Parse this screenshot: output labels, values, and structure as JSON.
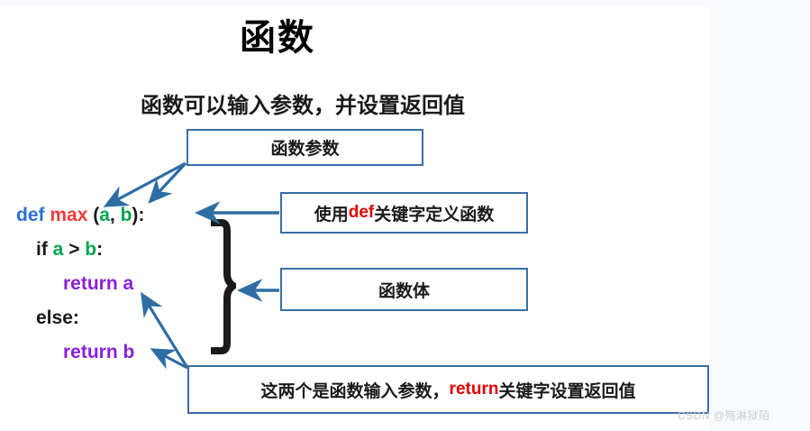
{
  "slide": {
    "title": "函数",
    "subtitle": "函数可以输入参数，并设置返回值",
    "background_color": "#ffffff",
    "gutter_color": "#f9fafc"
  },
  "code": {
    "language": "Python",
    "colors": {
      "keyword_def": "#2a6fd4",
      "function_name": "#f23b3b",
      "variable": "#00a64f",
      "keyword_return": "#8a1fd8",
      "plain": "#1a1a1a"
    },
    "lines": [
      {
        "indent": 0,
        "tokens": [
          {
            "text": "def",
            "role": "keyword-def"
          },
          {
            "text": " ",
            "role": "space"
          },
          {
            "text": "max",
            "role": "function-name"
          },
          {
            "text": " (",
            "role": "plain"
          },
          {
            "text": "a",
            "role": "variable"
          },
          {
            "text": ", ",
            "role": "plain"
          },
          {
            "text": "b",
            "role": "variable"
          },
          {
            "text": "):",
            "role": "plain"
          }
        ]
      },
      {
        "indent": 1,
        "tokens": [
          {
            "text": "if ",
            "role": "plain"
          },
          {
            "text": "a",
            "role": "variable"
          },
          {
            "text": " > ",
            "role": "plain"
          },
          {
            "text": "b",
            "role": "variable"
          },
          {
            "text": ":",
            "role": "plain"
          }
        ]
      },
      {
        "indent": 2,
        "tokens": [
          {
            "text": "return a",
            "role": "keyword-return"
          }
        ]
      },
      {
        "indent": 1,
        "tokens": [
          {
            "text": "else:",
            "role": "plain"
          }
        ]
      },
      {
        "indent": 2,
        "tokens": [
          {
            "text": "return b",
            "role": "keyword-return"
          }
        ]
      }
    ],
    "line_texts": [
      "def max (a, b):",
      "if a > b:",
      "return a",
      "else:",
      "return b"
    ]
  },
  "brace": {
    "glyph": "}",
    "label": "function-body-brace",
    "color": "#1a1a1a"
  },
  "callouts": [
    {
      "id": "params",
      "text": "函数参数",
      "points_to": [
        "a",
        "b"
      ],
      "border_color": "#3a6ea5"
    },
    {
      "id": "def",
      "text_before": "使用 ",
      "highlight": "def",
      "text_after": " 关键字定义函数",
      "highlight_color": "#e00000",
      "points_to": [
        "def max (a, b):"
      ],
      "border_color": "#3a6ea5"
    },
    {
      "id": "body",
      "text": "函数体",
      "points_to": [
        "function-body-brace"
      ],
      "border_color": "#3a6ea5"
    },
    {
      "id": "return",
      "text_before": "这两个是函数输入参数，",
      "highlight": "return",
      "text_after": " 关键字设置返回值",
      "highlight_color": "#e00000",
      "points_to": [
        "return a",
        "return b"
      ],
      "border_color": "#3a6ea5"
    }
  ],
  "arrows": {
    "color": "#2e6da4",
    "count": 6
  },
  "watermark": {
    "text": "CSDN @殇淋狱陌",
    "color": "#c9ccd2"
  }
}
